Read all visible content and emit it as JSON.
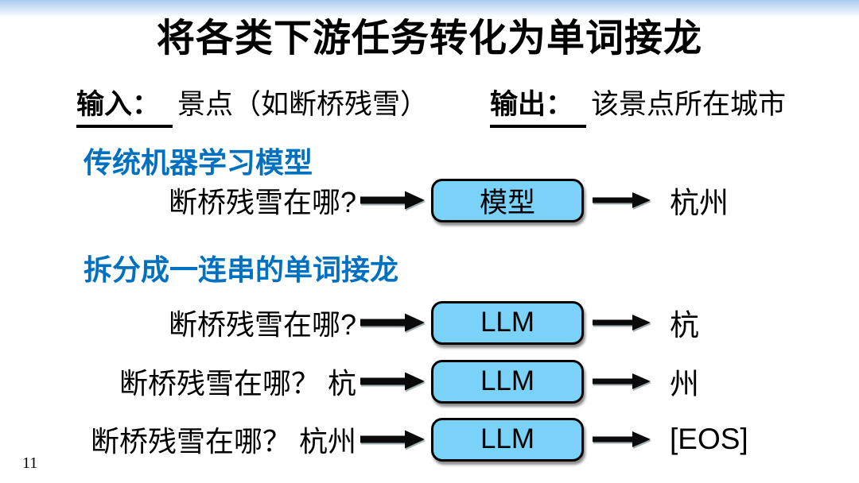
{
  "slide": {
    "title": "将各类下游任务转化为单词接龙",
    "page_number": "11",
    "io_line": {
      "input_label": "输入：",
      "input_value": "景点（如断桥残雪）",
      "output_label": "输出：",
      "output_value": "该景点所在城市"
    },
    "section_traditional": {
      "heading": "传统机器学习模型",
      "rows": [
        {
          "prompt": "断桥残雪在哪?",
          "box_label": "模型",
          "output": "杭州"
        }
      ]
    },
    "section_chain": {
      "heading": "拆分成一连串的单词接龙",
      "rows": [
        {
          "prompt": "断桥残雪在哪?",
          "box_label": "LLM",
          "output": "杭"
        },
        {
          "prompt": "断桥残雪在哪？ 杭",
          "box_label": "LLM",
          "output": "州"
        },
        {
          "prompt": "断桥残雪在哪？ 杭州",
          "box_label": "LLM",
          "output": "[EOS]"
        }
      ]
    },
    "colors": {
      "heading_blue": "#0070C0",
      "box_fill": "#7BD2F8",
      "top_gradient_blue": "#A9CDF0"
    }
  }
}
